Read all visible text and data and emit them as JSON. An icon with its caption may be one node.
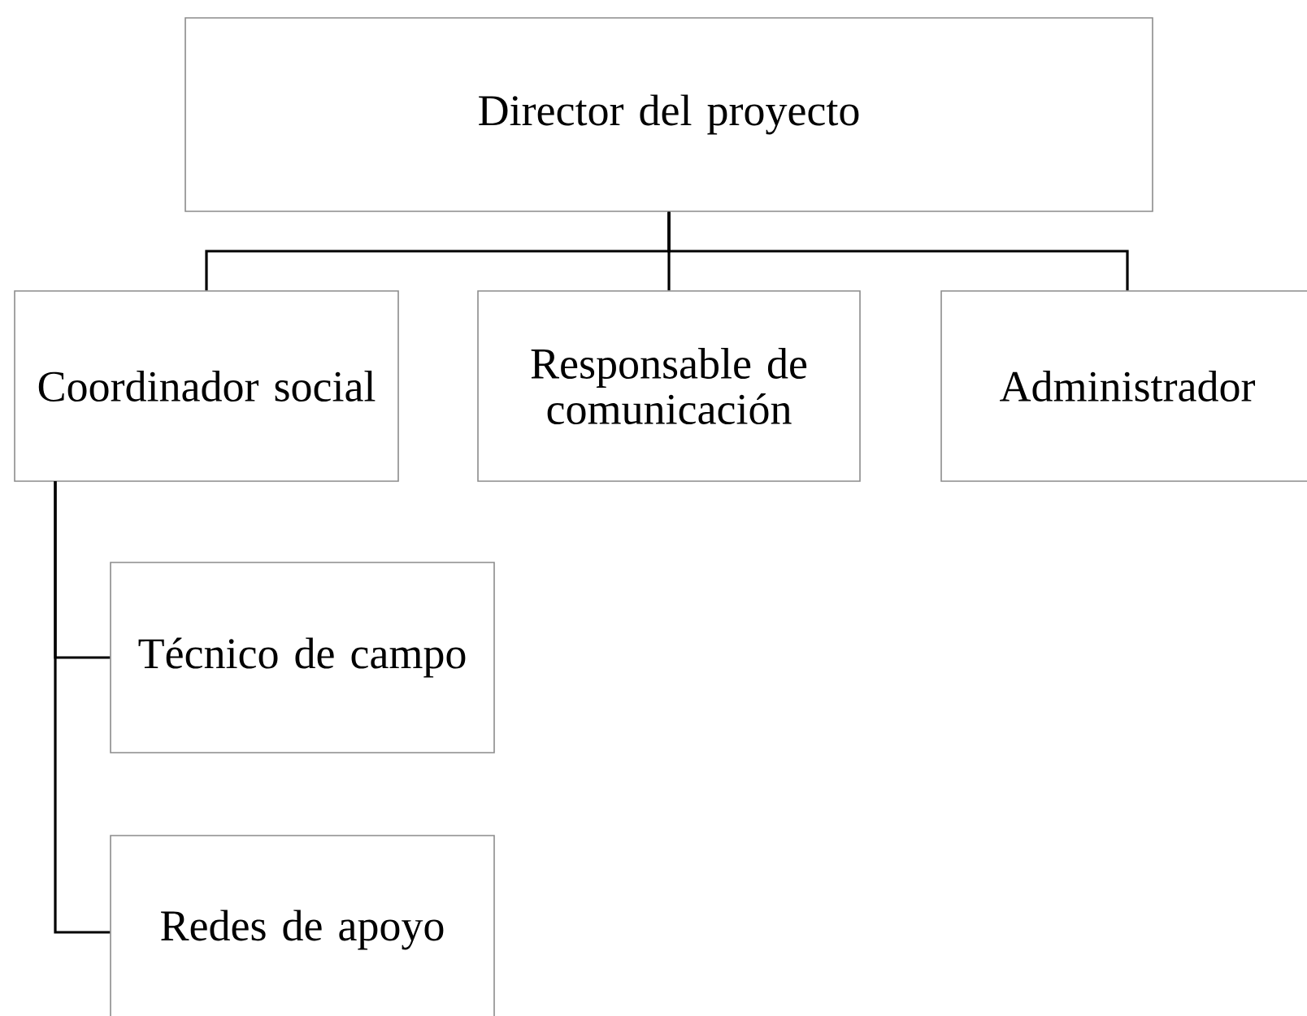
{
  "diagram": {
    "nodes": [
      {
        "text": [
          "Director del proyecto"
        ]
      },
      {
        "text": [
          "Coordinador social"
        ]
      },
      {
        "text": [
          "Responsable de comunicación"
        ]
      },
      {
        "text": [
          "Administrador"
        ]
      },
      {
        "text": [
          "Técnico de campo"
        ]
      },
      {
        "text": [
          "Redes de apoyo"
        ]
      }
    ],
    "edges": [
      {
        "from": 0,
        "to": 1,
        "arrow": "none"
      },
      {
        "from": 0,
        "to": 2,
        "arrow": "none"
      },
      {
        "from": 0,
        "to": 3,
        "arrow": "none"
      },
      {
        "from": 1,
        "to": 4,
        "arrow": "none"
      },
      {
        "from": 1,
        "to": 5,
        "arrow": "none"
      }
    ]
  }
}
